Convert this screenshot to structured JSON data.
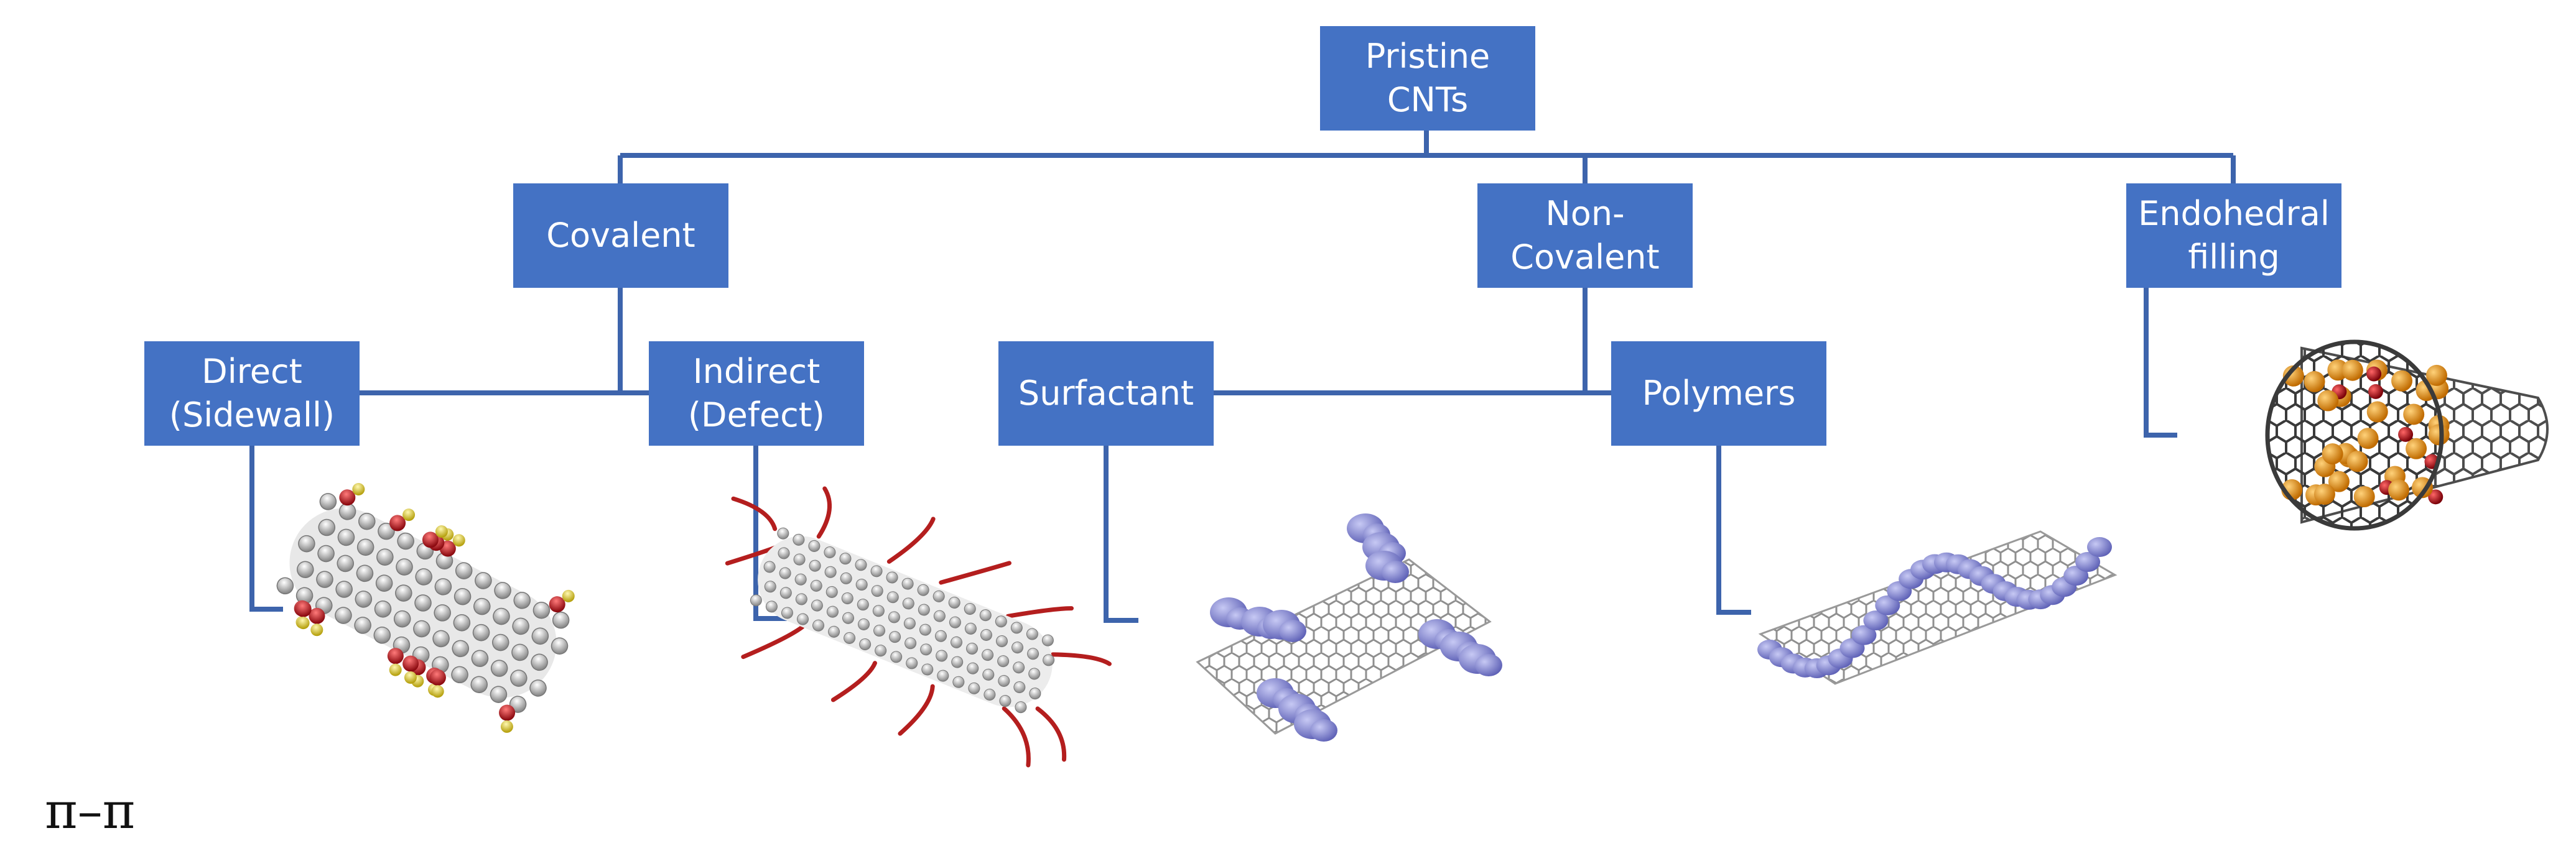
{
  "nodes": {
    "root": "Pristine\nCNTs",
    "covalent": "Covalent",
    "non_covalent": "Non-\nCovalent",
    "endohedral": "Endohedral\nfilling",
    "direct": "Direct\n(Sidewall)",
    "indirect": "Indirect\n(Defect)",
    "surfactant": "Surfactant",
    "polymers": "Polymers"
  },
  "footnote": "π–π",
  "colors": {
    "box": "#4472c4",
    "connector": "#3d64ac",
    "carbon_atom": "#b8b8b8",
    "oxygen_atom": "#c0141e",
    "hydrogen_atom": "#e3d23a",
    "chain": "#b41e1e",
    "adsorbate": "#7c7fcf",
    "filling_atom": "#f29a1c",
    "tube_dark": "#3a3a3a"
  },
  "illustrations": [
    "sidewall-functionalized-nanotube",
    "defect-functionalized-nanotube",
    "surfactant-wrapped-graphene",
    "polymer-wrapped-graphene",
    "endohedral-filled-nanotube"
  ]
}
